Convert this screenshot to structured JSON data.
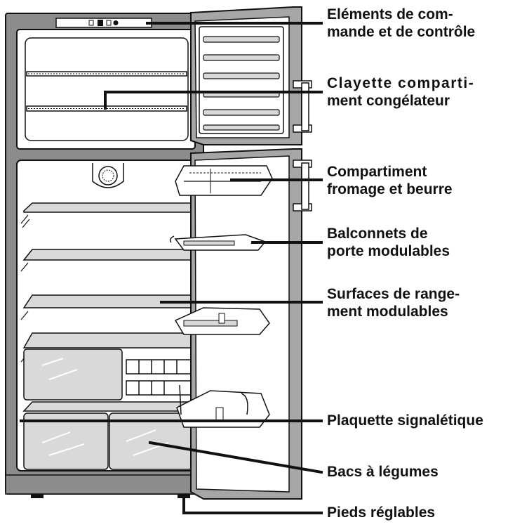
{
  "labels": {
    "controls": {
      "line1": "Eléments de com-",
      "line2": "mande et de contrôle"
    },
    "freezer_shelf": {
      "line1": "Clayette comparti-",
      "line2": "ment congélateur"
    },
    "cheese_butter": {
      "line1": "Compartiment",
      "line2": "fromage et beurre"
    },
    "door_balconies": {
      "line1": "Balconnets de",
      "line2": "porte modulables"
    },
    "storage_surfaces": {
      "line1": "Surfaces de range-",
      "line2": "ment modulables"
    },
    "rating_plate": {
      "line1": "Plaquette signalétique"
    },
    "vegetable_bins": {
      "line1": "Bacs à légumes"
    },
    "adjustable_feet": {
      "line1": "Pieds réglables"
    }
  },
  "colors": {
    "cabinet": "#8c8c8c",
    "interior": "#ffffff",
    "glass_shelf": "#d9d9d9",
    "door_edge": "#a6a6a6",
    "outline": "#111111"
  }
}
